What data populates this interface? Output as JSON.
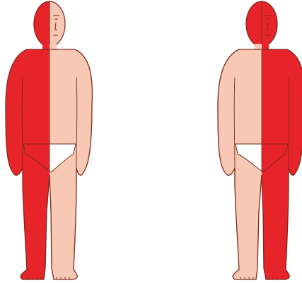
{
  "figures": [
    {
      "id": "left",
      "highlighted_side": "right-side-of-body"
    },
    {
      "id": "right",
      "highlighted_side": "left-side-of-body"
    }
  ],
  "colors": {
    "highlight": "#e8242b",
    "skin": "#f7c8b4",
    "outline": "#7a2a1c",
    "underwear": "#ffffff",
    "background": "#ffffff"
  }
}
